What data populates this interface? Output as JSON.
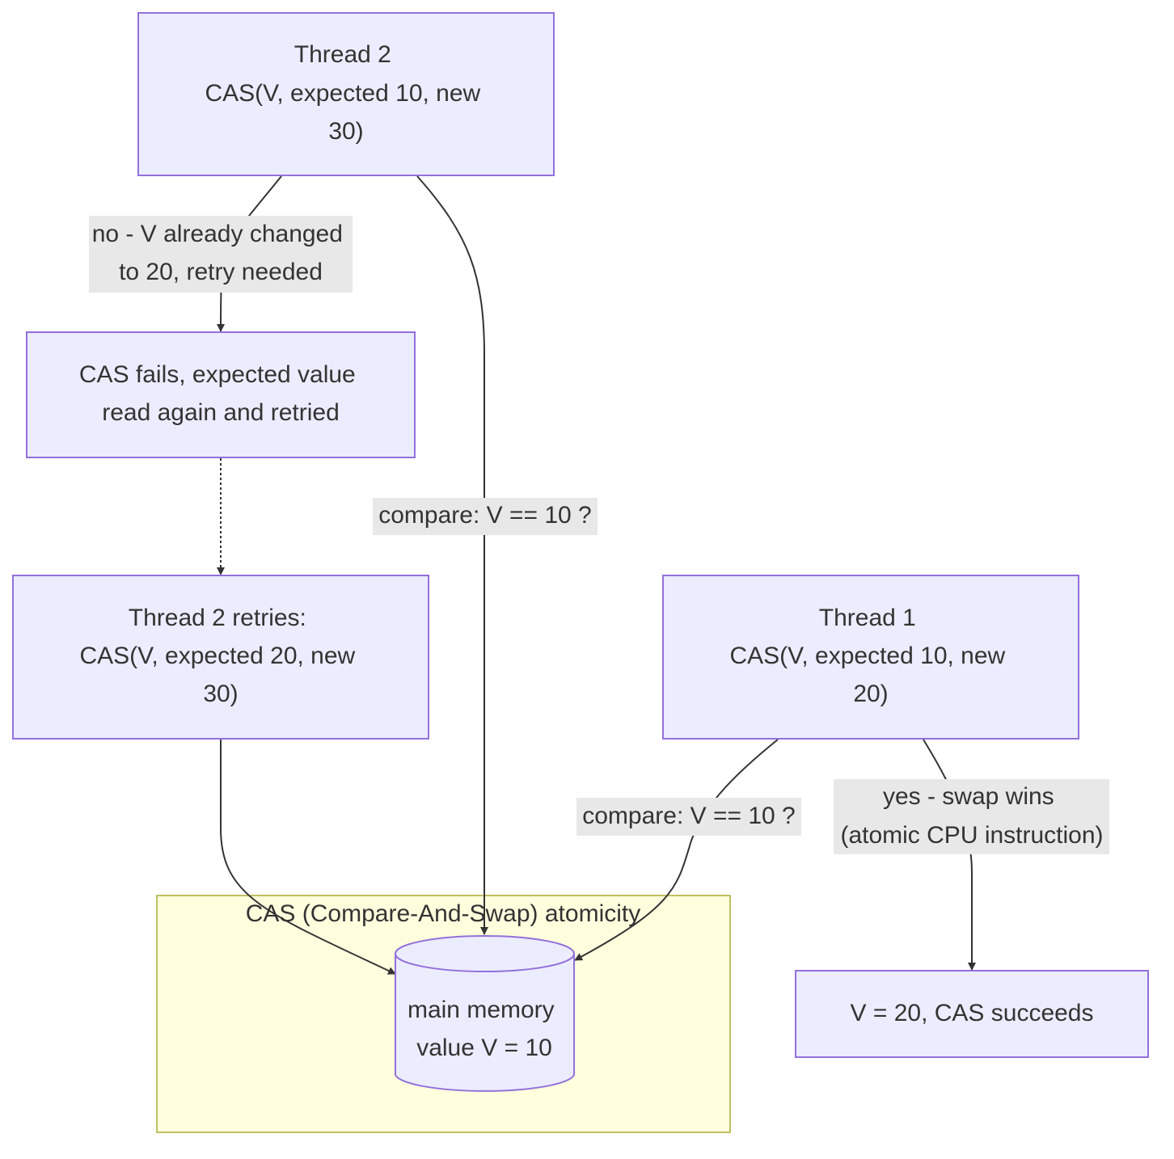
{
  "colors": {
    "node_fill": "#ececff",
    "node_stroke": "#9370db",
    "group_fill": "#ffffde",
    "group_stroke": "#aaaa33",
    "edge": "#333333",
    "label_bg": "#e8e8e8",
    "text": "#333333"
  },
  "group": {
    "title": "CAS (Compare-And-Swap) atomicity"
  },
  "nodes": {
    "thread2": {
      "lines": [
        "Thread 2",
        "CAS(V, expected 10, new",
        "30)"
      ]
    },
    "cas_fails": {
      "lines": [
        "CAS fails, expected value",
        "read again and retried"
      ]
    },
    "thread2_retry": {
      "lines": [
        "Thread 2 retries:",
        "CAS(V, expected 20, new",
        "30)"
      ]
    },
    "thread1": {
      "lines": [
        "Thread 1",
        "CAS(V, expected 10, new",
        "20)"
      ]
    },
    "cas_success": {
      "lines": [
        "V = 20, CAS succeeds"
      ]
    },
    "memory": {
      "lines": [
        "main memory",
        "value V = 10"
      ]
    }
  },
  "edges": {
    "t2_no": {
      "lines": [
        "no - V already changed",
        "to 20, retry needed"
      ]
    },
    "t2_compare": {
      "lines": [
        "compare: V == 10 ?"
      ]
    },
    "t1_compare": {
      "lines": [
        "compare: V == 10 ?"
      ]
    },
    "t1_yes": {
      "lines": [
        "yes - swap wins",
        "(atomic CPU instruction)"
      ]
    }
  }
}
